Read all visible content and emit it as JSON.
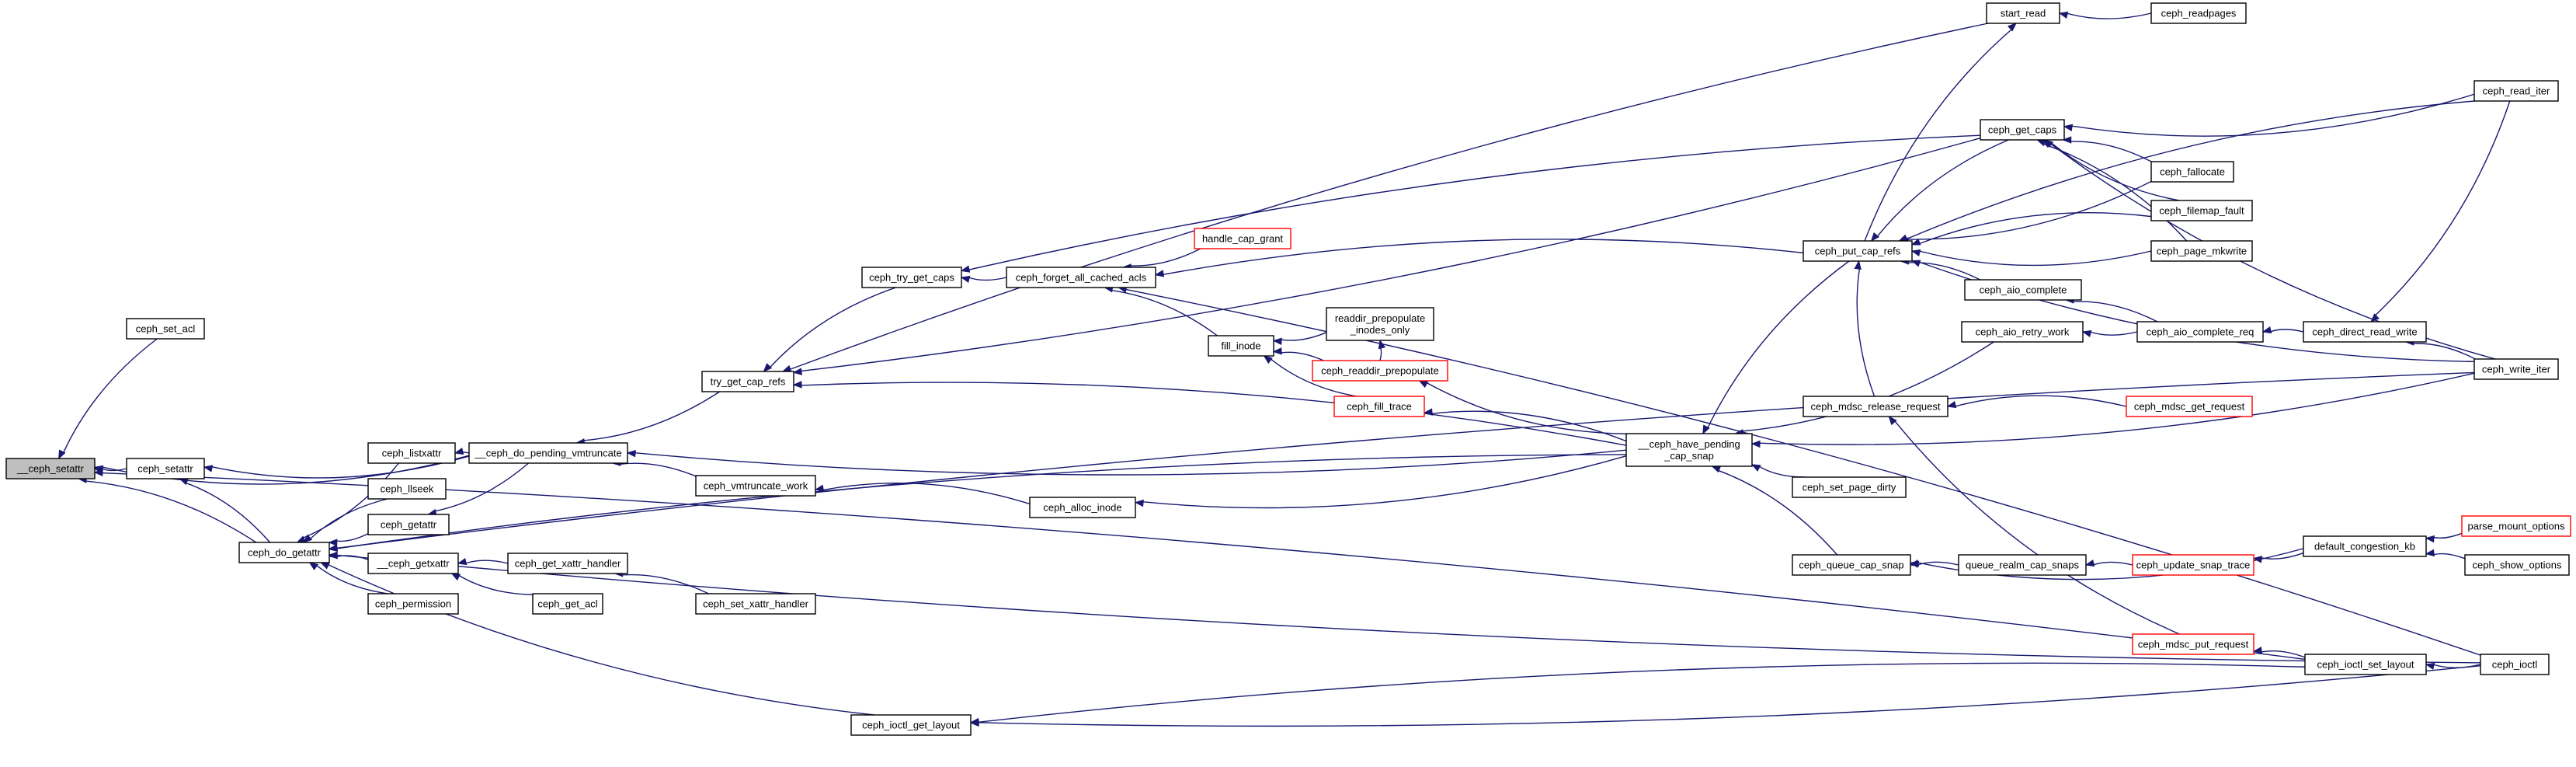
{
  "graph": {
    "arrow_color": "#191970",
    "truncated_border_color": "#ff0000",
    "root_fill": "#bfbfbf",
    "nodes": {
      "n_setattr_root": {
        "label": "__ceph_setattr",
        "root": true
      },
      "n_set_acl": {
        "label": "ceph_set_acl"
      },
      "n_setattr": {
        "label": "ceph_setattr"
      },
      "n_do_getattr": {
        "label": "ceph_do_getattr"
      },
      "n_listxattr": {
        "label": "ceph_listxattr"
      },
      "n_llseek": {
        "label": "ceph_llseek"
      },
      "n_getattr": {
        "label": "ceph_getattr"
      },
      "n_getxattr_priv": {
        "label": "__ceph_getxattr"
      },
      "n_permission": {
        "label": "ceph_permission"
      },
      "n_pending_vmtrunc": {
        "label": "__ceph_do_pending_vmtruncate"
      },
      "n_get_xattr_handler": {
        "label": "ceph_get_xattr_handler"
      },
      "n_get_acl": {
        "label": "ceph_get_acl"
      },
      "n_set_xattr_handler": {
        "label": "ceph_set_xattr_handler"
      },
      "n_try_get_cap_refs": {
        "label": "try_get_cap_refs"
      },
      "n_vmtrunc_work": {
        "label": "ceph_vmtruncate_work"
      },
      "n_try_get_caps": {
        "label": "ceph_try_get_caps"
      },
      "n_forget_acls": {
        "label": "ceph_forget_all_cached_acls"
      },
      "n_handle_cap_grant": {
        "label": "handle_cap_grant",
        "truncated": true
      },
      "n_fill_inode": {
        "label": "fill_inode"
      },
      "n_readdir_prepop_only": {
        "label": "readdir_prepopulate\n_inodes_only"
      },
      "n_readdir_prepop": {
        "label": "ceph_readdir_prepopulate",
        "truncated": true
      },
      "n_fill_trace": {
        "label": "ceph_fill_trace",
        "truncated": true
      },
      "n_alloc_inode": {
        "label": "ceph_alloc_inode"
      },
      "n_have_pending": {
        "label": "__ceph_have_pending\n_cap_snap"
      },
      "n_set_page_dirty": {
        "label": "ceph_set_page_dirty"
      },
      "n_ioctl_get_layout": {
        "label": "ceph_ioctl_get_layout"
      },
      "n_start_read": {
        "label": "start_read"
      },
      "n_readpages": {
        "label": "ceph_readpages"
      },
      "n_get_caps": {
        "label": "ceph_get_caps"
      },
      "n_put_cap_refs": {
        "label": "ceph_put_cap_refs"
      },
      "n_aio_complete": {
        "label": "ceph_aio_complete"
      },
      "n_aio_retry_work": {
        "label": "ceph_aio_retry_work"
      },
      "n_mdsc_release": {
        "label": "ceph_mdsc_release_request"
      },
      "n_mdsc_get_request": {
        "label": "ceph_mdsc_get_request",
        "truncated": true
      },
      "n_queue_cap_snap": {
        "label": "ceph_queue_cap_snap"
      },
      "n_queue_realm": {
        "label": "queue_realm_cap_snaps"
      },
      "n_update_snap_trace": {
        "label": "ceph_update_snap_trace",
        "truncated": true
      },
      "n_mdsc_put_request": {
        "label": "ceph_mdsc_put_request",
        "truncated": true
      },
      "n_ioctl_set_layout": {
        "label": "ceph_ioctl_set_layout"
      },
      "n_ioctl": {
        "label": "ceph_ioctl"
      },
      "n_aio_complete_req": {
        "label": "ceph_aio_complete_req"
      },
      "n_direct_read_write": {
        "label": "ceph_direct_read_write"
      },
      "n_read_iter": {
        "label": "ceph_read_iter"
      },
      "n_fallocate": {
        "label": "ceph_fallocate"
      },
      "n_filemap_fault": {
        "label": "ceph_filemap_fault"
      },
      "n_page_mkwrite": {
        "label": "ceph_page_mkwrite"
      },
      "n_write_iter": {
        "label": "ceph_write_iter"
      },
      "n_congestion_kb": {
        "label": "default_congestion_kb"
      },
      "n_parse_mount": {
        "label": "parse_mount_options",
        "truncated": true
      },
      "n_show_options": {
        "label": "ceph_show_options"
      }
    },
    "edges": [
      [
        "n_set_acl",
        "n_setattr_root"
      ],
      [
        "n_setattr",
        "n_setattr_root"
      ],
      [
        "n_do_getattr",
        "n_setattr_root"
      ],
      [
        "n_pending_vmtrunc",
        "n_setattr_root"
      ],
      [
        "n_ioctl_set_layout",
        "n_setattr_root"
      ],
      [
        "n_pending_vmtrunc",
        "n_setattr"
      ],
      [
        "n_do_getattr",
        "n_setattr"
      ],
      [
        "n_listxattr",
        "n_do_getattr"
      ],
      [
        "n_llseek",
        "n_do_getattr"
      ],
      [
        "n_getattr",
        "n_do_getattr"
      ],
      [
        "n_getxattr_priv",
        "n_do_getattr"
      ],
      [
        "n_permission",
        "n_do_getattr"
      ],
      [
        "n_have_pending",
        "n_do_getattr"
      ],
      [
        "n_ioctl_get_layout",
        "n_do_getattr"
      ],
      [
        "n_write_iter",
        "n_do_getattr"
      ],
      [
        "n_ioctl",
        "n_do_getattr"
      ],
      [
        "n_pending_vmtrunc",
        "n_listxattr"
      ],
      [
        "n_pending_vmtrunc",
        "n_getattr"
      ],
      [
        "n_get_xattr_handler",
        "n_getxattr_priv"
      ],
      [
        "n_get_acl",
        "n_getxattr_priv"
      ],
      [
        "n_set_xattr_handler",
        "n_get_xattr_handler"
      ],
      [
        "n_try_get_cap_refs",
        "n_pending_vmtrunc"
      ],
      [
        "n_vmtrunc_work",
        "n_pending_vmtrunc"
      ],
      [
        "n_have_pending",
        "n_pending_vmtrunc"
      ],
      [
        "n_try_get_caps",
        "n_try_get_cap_refs"
      ],
      [
        "n_get_caps",
        "n_try_get_cap_refs"
      ],
      [
        "n_alloc_inode",
        "n_vmtrunc_work"
      ],
      [
        "n_forget_acls",
        "n_try_get_caps"
      ],
      [
        "n_get_caps",
        "n_try_get_caps"
      ],
      [
        "n_handle_cap_grant",
        "n_forget_acls"
      ],
      [
        "n_fill_inode",
        "n_forget_acls"
      ],
      [
        "n_readdir_prepop_only",
        "n_fill_inode"
      ],
      [
        "n_readdir_prepop",
        "n_fill_inode"
      ],
      [
        "n_fill_trace",
        "n_fill_inode"
      ],
      [
        "n_readdir_prepop",
        "n_readdir_prepop_only"
      ],
      [
        "n_have_pending",
        "n_readdir_prepop"
      ],
      [
        "n_have_pending",
        "n_fill_trace"
      ],
      [
        "n_have_pending",
        "n_alloc_inode"
      ],
      [
        "n_have_pending",
        "n_try_get_cap_refs"
      ],
      [
        "n_set_page_dirty",
        "n_have_pending"
      ],
      [
        "n_queue_cap_snap",
        "n_have_pending"
      ],
      [
        "n_write_iter",
        "n_have_pending"
      ],
      [
        "n_put_cap_refs",
        "n_have_pending"
      ],
      [
        "n_aio_retry_work",
        "n_have_pending"
      ],
      [
        "n_ioctl_set_layout",
        "n_ioctl_get_layout"
      ],
      [
        "n_readpages",
        "n_start_read"
      ],
      [
        "n_start_read",
        "n_try_get_cap_refs"
      ],
      [
        "n_read_iter",
        "n_get_caps"
      ],
      [
        "n_fallocate",
        "n_get_caps"
      ],
      [
        "n_filemap_fault",
        "n_get_caps"
      ],
      [
        "n_page_mkwrite",
        "n_get_caps"
      ],
      [
        "n_write_iter",
        "n_get_caps"
      ],
      [
        "n_put_cap_refs",
        "n_forget_acls"
      ],
      [
        "n_put_cap_refs",
        "n_start_read"
      ],
      [
        "n_get_caps",
        "n_put_cap_refs"
      ],
      [
        "n_fallocate",
        "n_put_cap_refs"
      ],
      [
        "n_filemap_fault",
        "n_put_cap_refs"
      ],
      [
        "n_page_mkwrite",
        "n_put_cap_refs"
      ],
      [
        "n_aio_complete",
        "n_put_cap_refs"
      ],
      [
        "n_mdsc_release",
        "n_put_cap_refs"
      ],
      [
        "n_read_iter",
        "n_put_cap_refs"
      ],
      [
        "n_write_iter",
        "n_put_cap_refs"
      ],
      [
        "n_aio_complete_req",
        "n_aio_complete"
      ],
      [
        "n_aio_complete_req",
        "n_aio_retry_work"
      ],
      [
        "n_mdsc_get_request",
        "n_mdsc_release"
      ],
      [
        "n_mdsc_put_request",
        "n_mdsc_release"
      ],
      [
        "n_queue_realm",
        "n_queue_cap_snap"
      ],
      [
        "n_congestion_kb",
        "n_queue_cap_snap"
      ],
      [
        "n_update_snap_trace",
        "n_queue_realm"
      ],
      [
        "n_congestion_kb",
        "n_update_snap_trace"
      ],
      [
        "n_ioctl_set_layout",
        "n_mdsc_put_request"
      ],
      [
        "n_ioctl",
        "n_ioctl_set_layout"
      ],
      [
        "n_ioctl",
        "n_forget_acls"
      ],
      [
        "n_ioctl",
        "n_ioctl_get_layout"
      ],
      [
        "n_direct_read_write",
        "n_aio_complete_req"
      ],
      [
        "n_read_iter",
        "n_direct_read_write"
      ],
      [
        "n_write_iter",
        "n_direct_read_write"
      ],
      [
        "n_parse_mount",
        "n_congestion_kb"
      ],
      [
        "n_show_options",
        "n_congestion_kb"
      ]
    ]
  }
}
